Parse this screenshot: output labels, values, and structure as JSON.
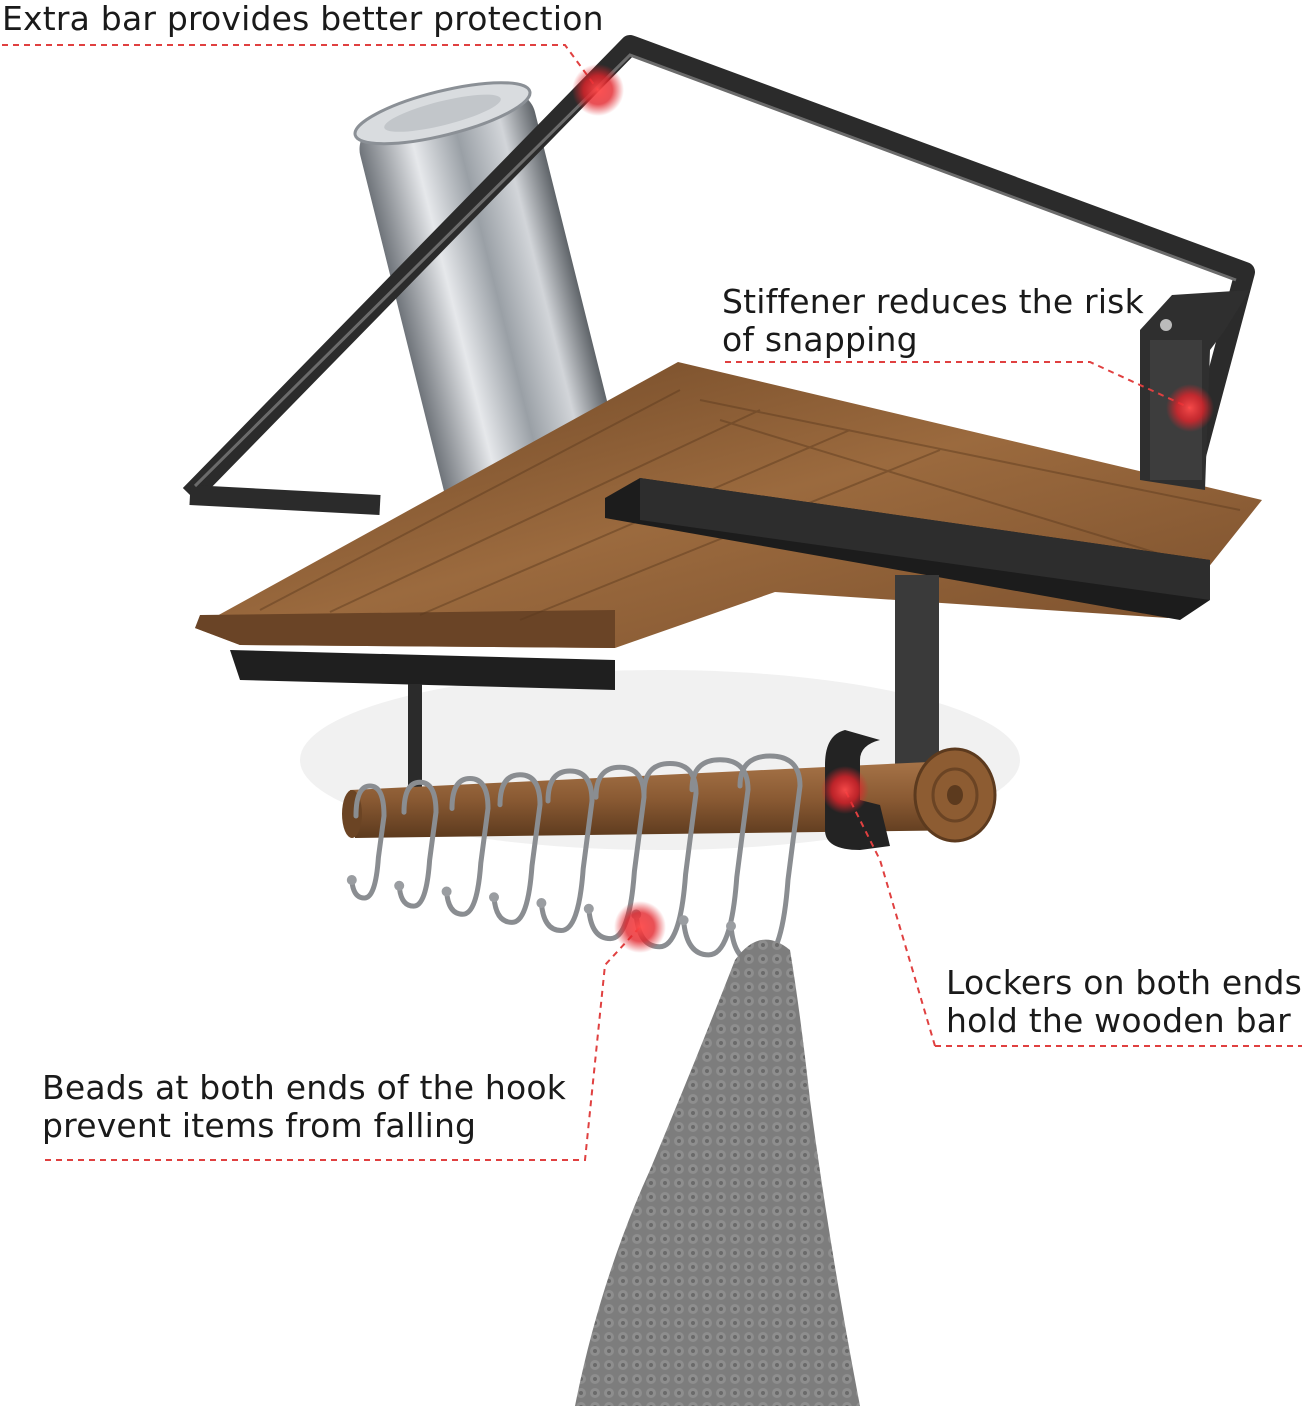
{
  "callouts": {
    "extra_bar": "Extra bar provides better protection",
    "stiffener": [
      "Stiffener reduces the risk",
      "of snapping"
    ],
    "lockers": [
      "Lockers on both ends",
      "hold the wooden bar"
    ],
    "beads": [
      "Beads at both ends of the hook",
      "prevent items from falling"
    ]
  },
  "colors": {
    "metal_black": "#2b2b2b",
    "wood": "#8a5a33",
    "wood_dark": "#5c3a1e",
    "highlight_red": "#e3242b",
    "leader_line": "#e04040",
    "towel": "#7d7d7d",
    "can_silver": "#b8bcc2"
  },
  "hook_count": 9
}
